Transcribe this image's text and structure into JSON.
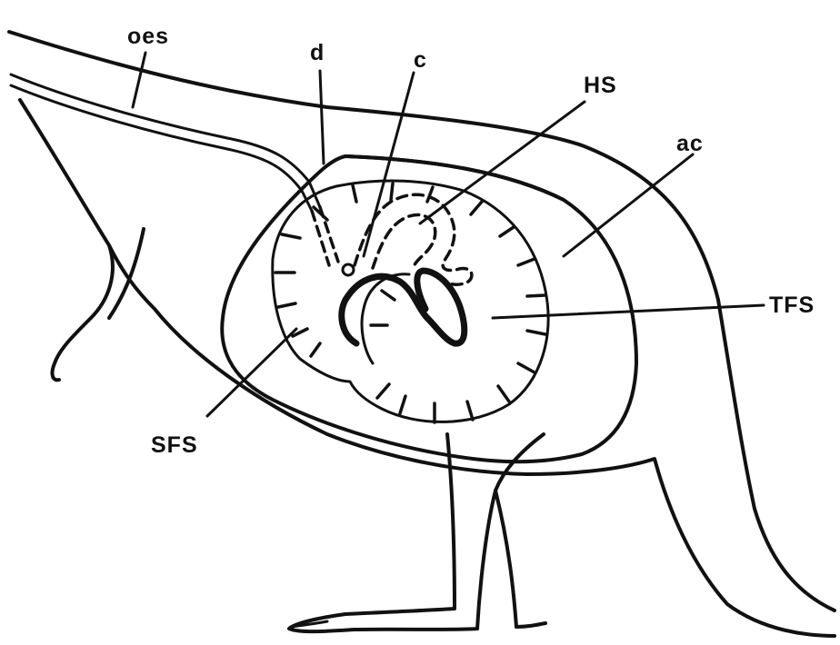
{
  "diagram": {
    "labels": {
      "oes": "oes",
      "d": "d",
      "c": "c",
      "hs": "HS",
      "ac": "ac",
      "tfs": "TFS",
      "sfs": "SFS"
    },
    "stroke_color": "#111111",
    "background": "#ffffff"
  }
}
